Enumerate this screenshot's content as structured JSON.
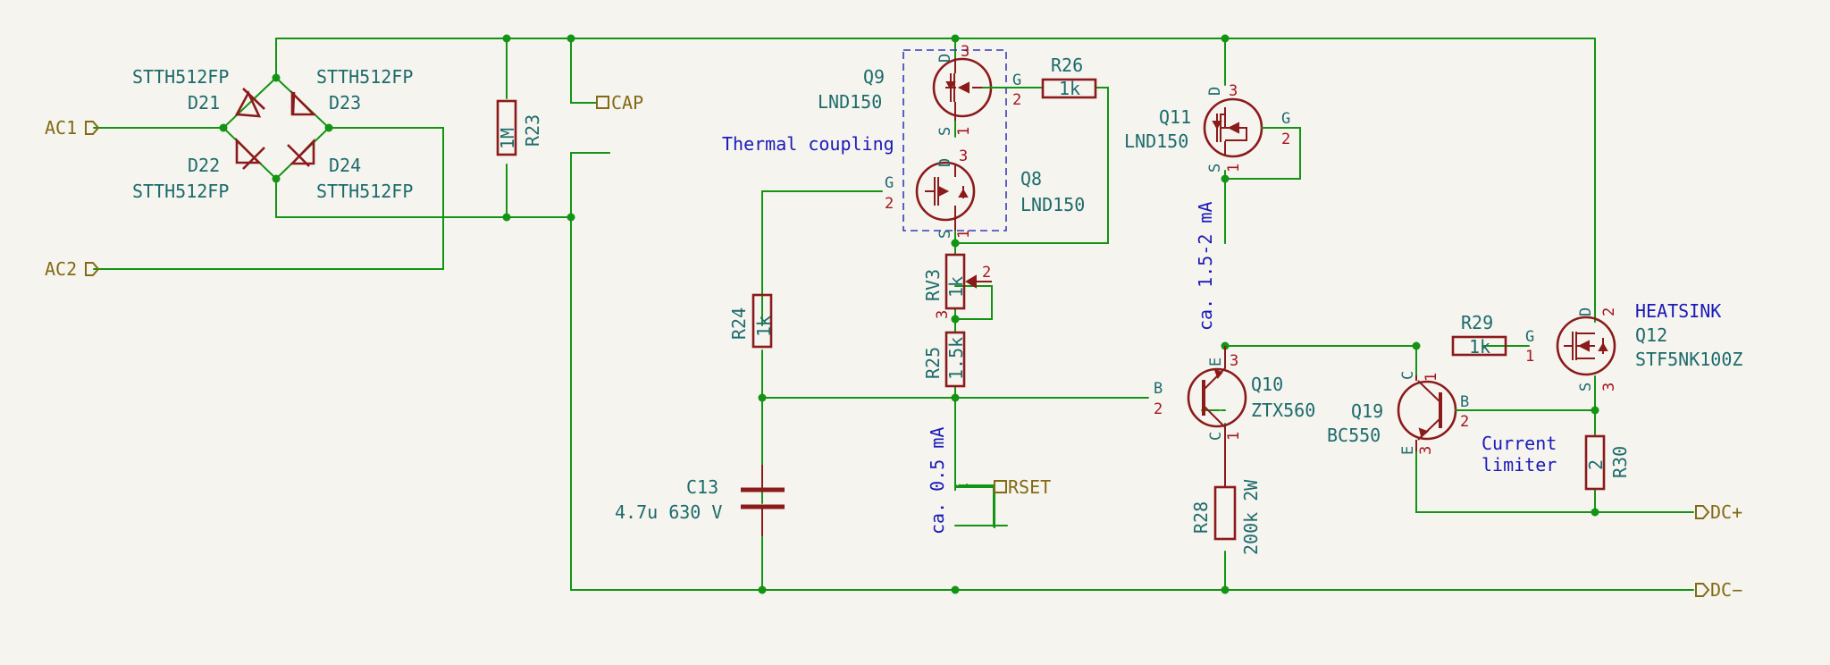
{
  "ports": {
    "ac1": "AC1",
    "ac2": "AC2",
    "cap": "CAP",
    "rset": "RSET",
    "dc_plus": "DC+",
    "dc_minus": "DC−"
  },
  "components": {
    "d21": {
      "ref": "D21",
      "value": "STTH512FP"
    },
    "d22": {
      "ref": "D22",
      "value": "STTH512FP"
    },
    "d23": {
      "ref": "D23",
      "value": "STTH512FP"
    },
    "d24": {
      "ref": "D24",
      "value": "STTH512FP"
    },
    "r23": {
      "ref": "R23",
      "value": "1M"
    },
    "q9": {
      "ref": "Q9",
      "value": "LND150"
    },
    "q8": {
      "ref": "Q8",
      "value": "LND150"
    },
    "r26": {
      "ref": "R26",
      "value": "1k"
    },
    "q11": {
      "ref": "Q11",
      "value": "LND150"
    },
    "rv3": {
      "ref": "RV3",
      "value": "1k"
    },
    "r25": {
      "ref": "R25",
      "value": "1.5k"
    },
    "r24": {
      "ref": "R24",
      "value": "1k"
    },
    "c13": {
      "ref": "C13",
      "value": "4.7u 630 V"
    },
    "q10": {
      "ref": "Q10",
      "value": "ZTX560"
    },
    "r28": {
      "ref": "R28",
      "value": "200k 2W"
    },
    "r29": {
      "ref": "R29",
      "value": "1k"
    },
    "q19": {
      "ref": "Q19",
      "value": "BC550"
    },
    "r30": {
      "ref": "R30",
      "value": "2"
    },
    "q12": {
      "ref": "Q12",
      "value": "STF5NK100Z",
      "note": "HEATSINK"
    }
  },
  "notes": {
    "thermal": "Thermal coupling",
    "current_q11": "ca. 1.5-2 mA",
    "current_rset": "ca. 0.5 mA",
    "limiter_line1": "Current",
    "limiter_line2": "limiter"
  },
  "pins": {
    "d": "D",
    "s": "S",
    "g": "G",
    "b": "B",
    "c": "C",
    "e": "E",
    "n1": "1",
    "n2": "2",
    "n3": "3"
  },
  "colors": {
    "wire": "#139413",
    "component": "#8b1a1a",
    "label": "#1d6b6b",
    "note": "#1a1ab8",
    "port": "#836a14",
    "background": "#f5f4ef"
  }
}
